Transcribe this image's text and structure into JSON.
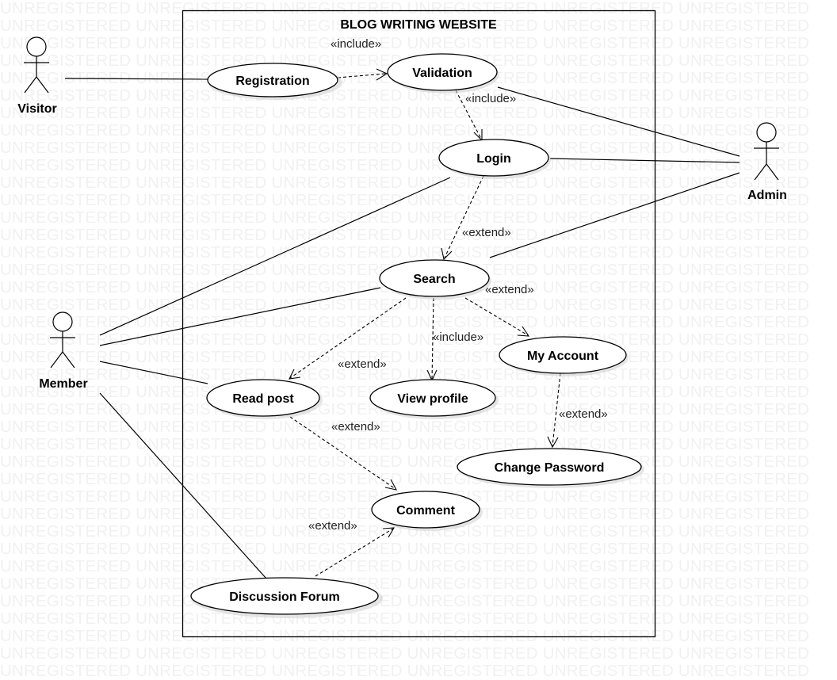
{
  "watermark": {
    "text": "UNREGISTERED UNREGISTERED UNREGISTERED UNREGISTERED UNREGISTERED UNREGISTERED"
  },
  "system": {
    "title": "BLOG WRITING WEBSITE"
  },
  "actors": {
    "visitor": "Visitor",
    "admin": "Admin",
    "member": "Member"
  },
  "use_cases": {
    "registration": "Registration",
    "validation": "Validation",
    "login": "Login",
    "search": "Search",
    "my_account": "My Account",
    "read_post": "Read post",
    "view_profile": "View profile",
    "change_password": "Change Password",
    "comment": "Comment",
    "discussion_forum": "Discussion Forum"
  },
  "relationships": {
    "registration_validation": "«include»",
    "validation_login": "«include»",
    "login_search": "«extend»",
    "search_my_account": "«extend»",
    "search_view_profile": "«include»",
    "search_read_post": "«extend»",
    "my_account_change_password": "«extend»",
    "read_post_comment": "«extend»",
    "discussion_forum_comment": "«extend»"
  }
}
